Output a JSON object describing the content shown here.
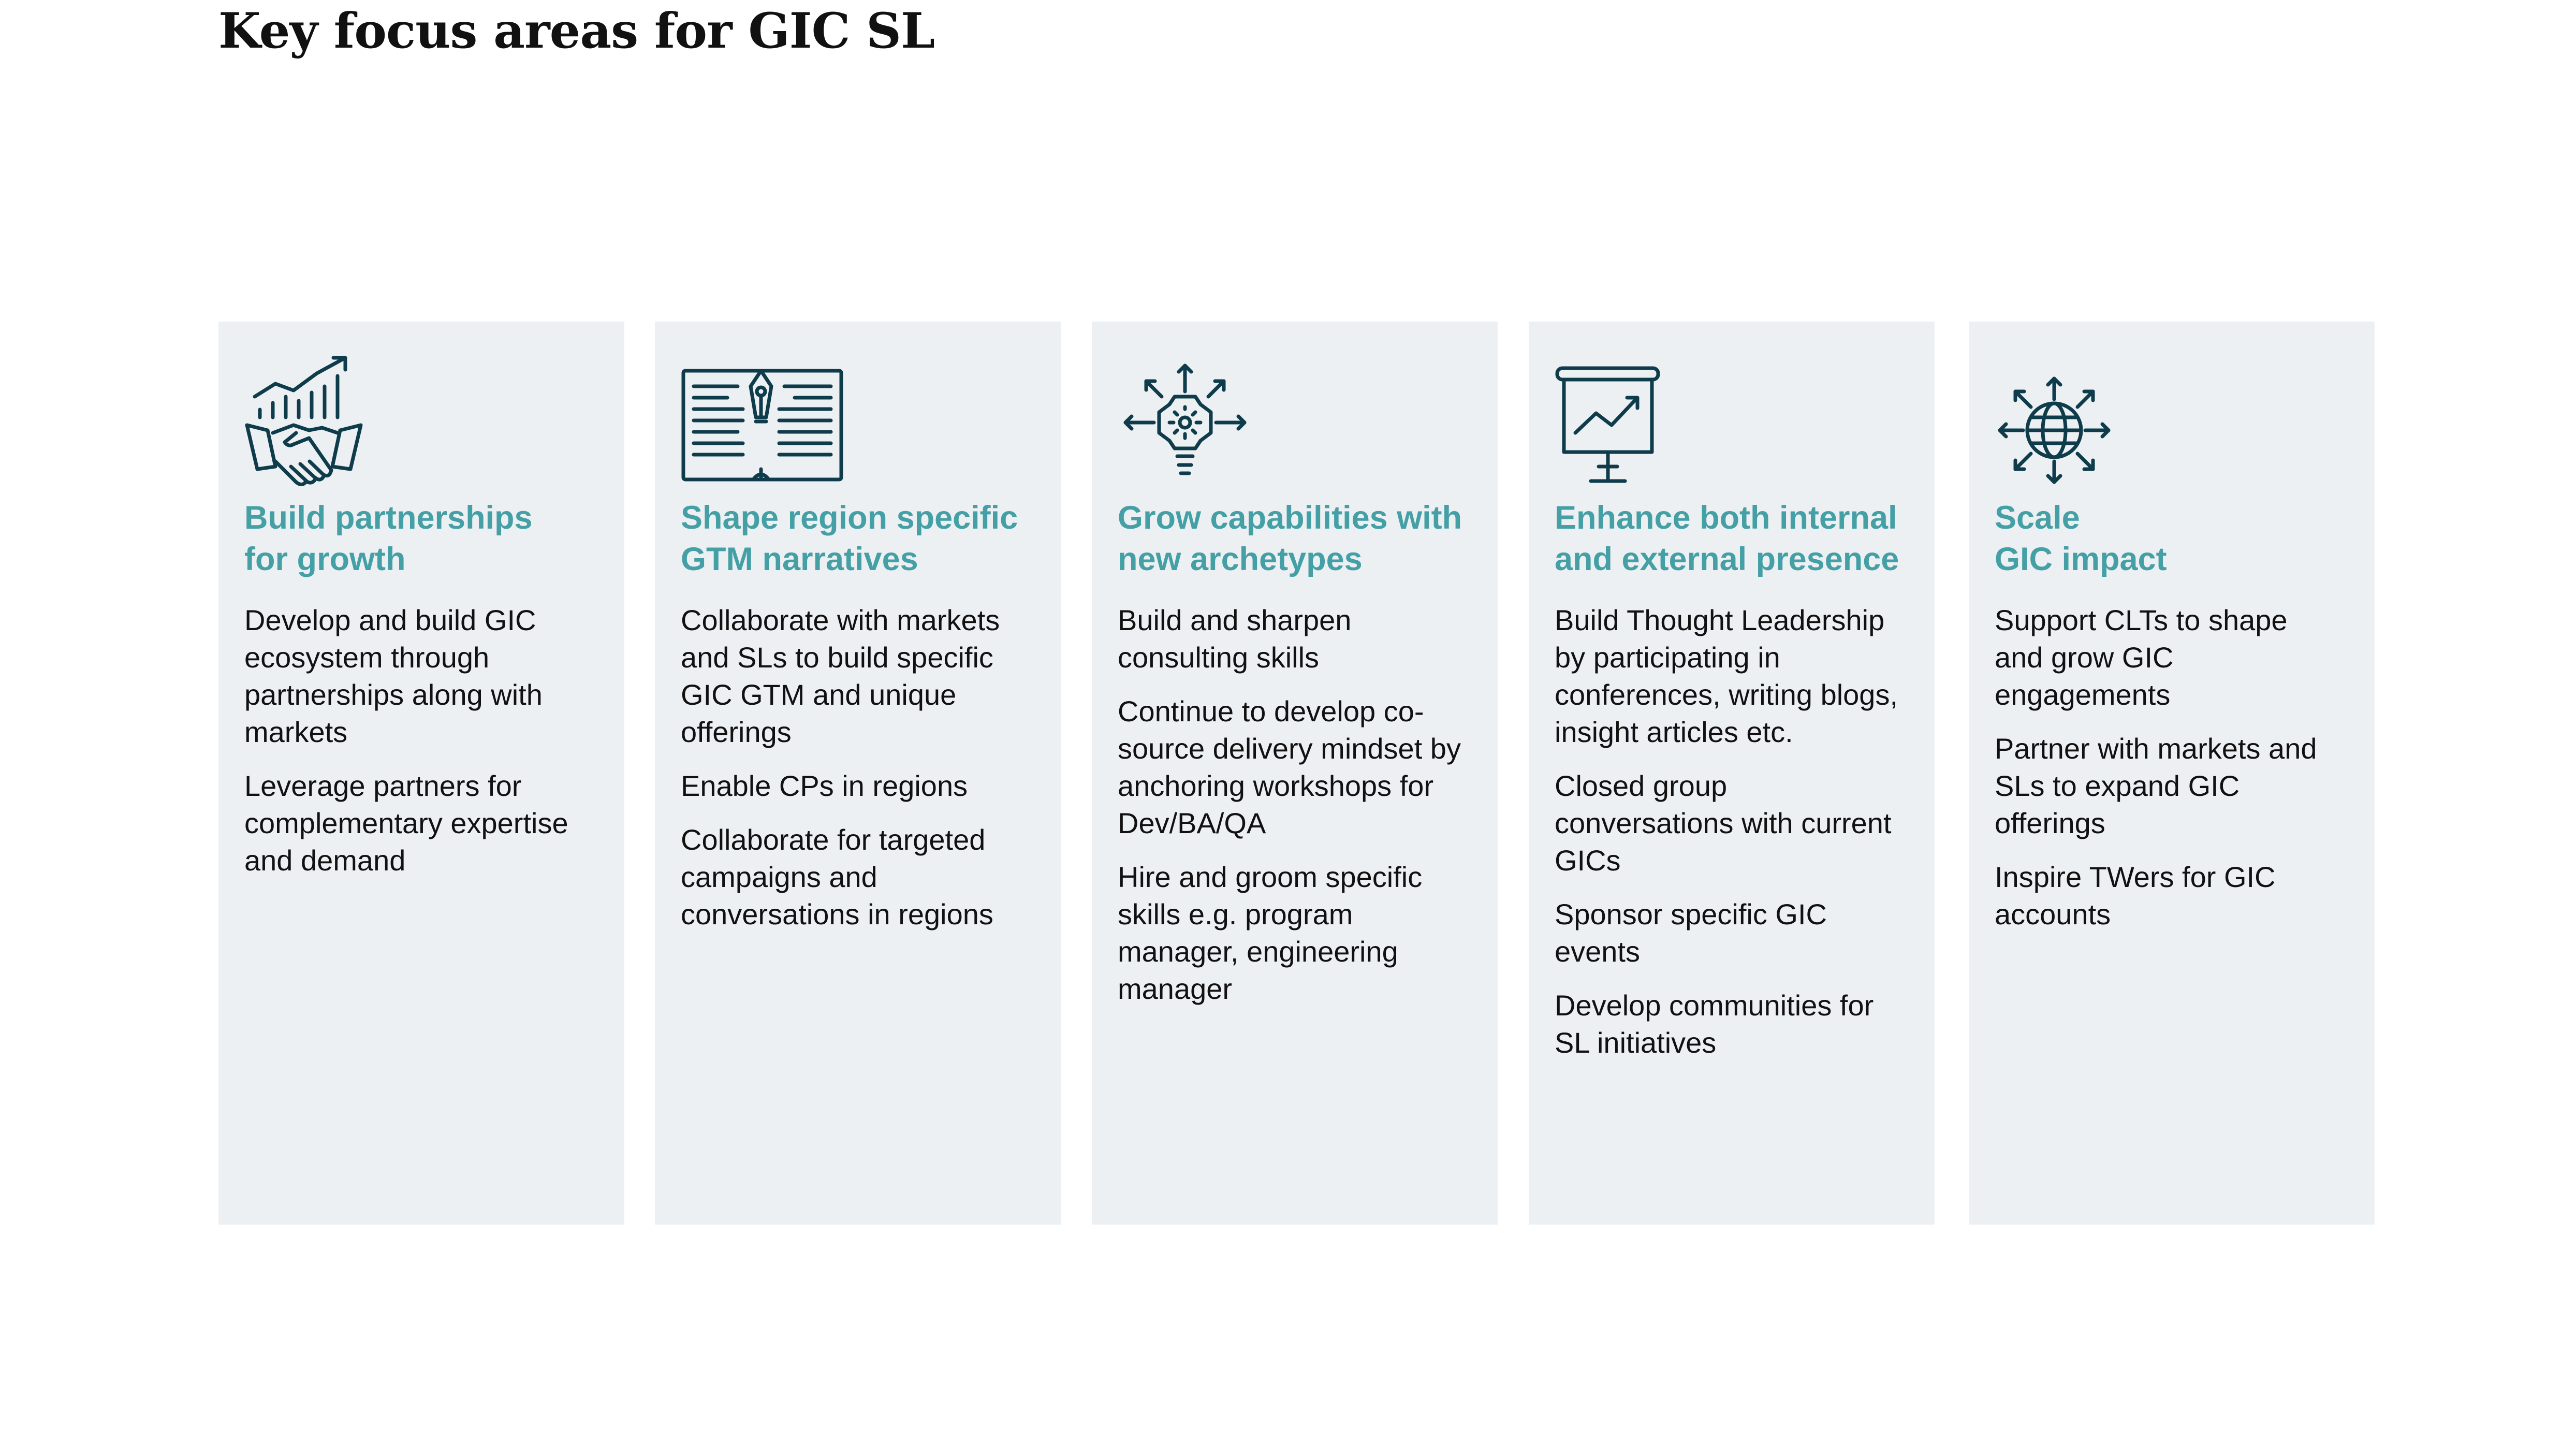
{
  "title": "Key focus areas for GIC SL",
  "colors": {
    "background": "#ffffff",
    "card_background": "#edf0f3",
    "heading_accent": "#45a0a6",
    "icon_stroke": "#0f3c4b",
    "body_text": "#111111"
  },
  "cards": [
    {
      "icon": "handshake-growth-chart-icon",
      "heading": "Build partnerships\nfor growth",
      "bullets": [
        "Develop and build GIC\necosystem through\npartnerships along with\nmarkets",
        "Leverage partners for\ncomplementary expertise\nand demand"
      ]
    },
    {
      "icon": "open-book-pen-icon",
      "heading": "Shape region specific\nGTM narratives",
      "bullets": [
        "Collaborate with markets\nand SLs to build specific\nGIC GTM and unique\nofferings",
        "Enable CPs in regions",
        "Collaborate for targeted\ncampaigns and\nconversations in regions"
      ]
    },
    {
      "icon": "gear-arrows-icon",
      "heading": "Grow capabilities with\nnew archetypes",
      "bullets": [
        "Build and sharpen\nconsulting skills",
        "Continue to develop co-\nsource delivery mindset by\nanchoring workshops for\nDev/BA/QA",
        "Hire and groom specific\nskills e.g. program\nmanager, engineering\nmanager"
      ]
    },
    {
      "icon": "presentation-board-icon",
      "heading": "Enhance both internal\nand external presence",
      "bullets": [
        "Build Thought Leadership\nby participating in\nconferences, writing blogs,\ninsight articles etc.",
        "Closed group\nconversations with current\nGICs",
        "Sponsor specific GIC\nevents",
        "Develop communities for\nSL initiatives"
      ]
    },
    {
      "icon": "globe-expand-icon",
      "heading": "Scale\nGIC impact",
      "bullets": [
        "Support CLTs to shape\nand grow GIC\nengagements",
        "Partner with markets and\nSLs to expand GIC\nofferings",
        "Inspire TWers for GIC\naccounts"
      ]
    }
  ]
}
